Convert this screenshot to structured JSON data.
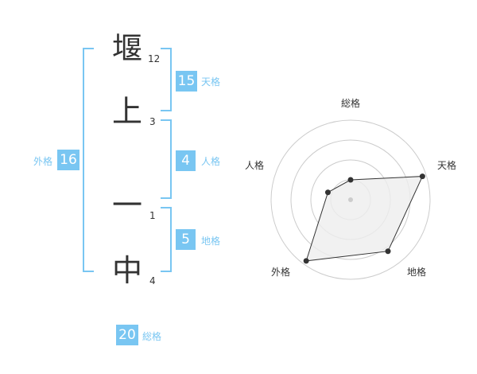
{
  "name": {
    "chars": [
      {
        "char": "堰",
        "strokes": "12"
      },
      {
        "char": "上",
        "strokes": "3"
      },
      {
        "char": "一",
        "strokes": "1"
      },
      {
        "char": "中",
        "strokes": "4"
      }
    ]
  },
  "kaku": {
    "tenkaku": {
      "value": "15",
      "label": "天格"
    },
    "jinkaku": {
      "value": "4",
      "label": "人格"
    },
    "chikaku": {
      "value": "5",
      "label": "地格"
    },
    "gaikaku": {
      "value": "16",
      "label": "外格"
    },
    "soukaku": {
      "value": "20",
      "label": "総格"
    }
  },
  "chart_data": {
    "type": "radar",
    "axes": [
      "総格",
      "天格",
      "地格",
      "外格",
      "人格"
    ],
    "values": [
      0.25,
      0.95,
      0.8,
      0.95,
      0.3
    ],
    "rings": 4,
    "colors": {
      "rings": "#cccccc",
      "line": "#333333",
      "fill": "#eeeeee",
      "point": "#333333",
      "center": "#cccccc"
    }
  },
  "colors": {
    "accent": "#79c6f2",
    "text": "#333333"
  }
}
